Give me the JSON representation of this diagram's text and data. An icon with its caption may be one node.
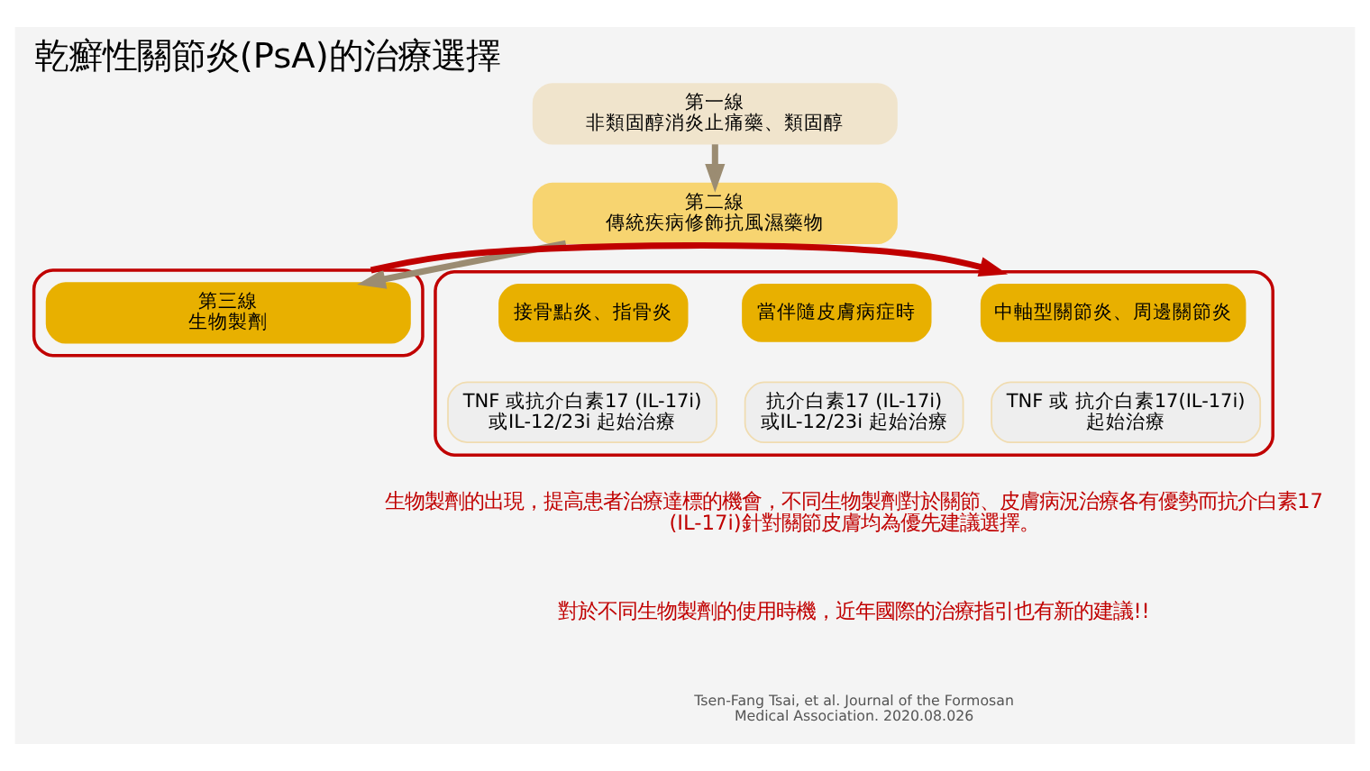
{
  "diagram": {
    "title": "乾癬性關節炎(PsA)的治療選擇",
    "nodes": [
      {
        "text": [
          "第一線",
          "非類固醇消炎止痛藥、類固醇"
        ]
      },
      {
        "text": [
          "第二線",
          "傳統疾病修飾抗風濕藥物"
        ]
      },
      {
        "text": [],
        "shape": "box"
      },
      {
        "text": [
          "第三線",
          "生物製劑"
        ],
        "in": 2
      },
      {
        "text": [],
        "shape": "box"
      },
      {
        "text": [
          "中軸型關節炎、周邊關節炎"
        ],
        "in": 4
      },
      {
        "text": [
          "TNF 或 抗介白素17(IL-17i) 起始治療"
        ],
        "in": 4
      },
      {
        "text": [
          "當伴隨皮膚病症時"
        ],
        "in": 4
      },
      {
        "text": [
          "抗介白素17 (IL-17i) 或IL-12/23i 起始治療"
        ],
        "in": 4
      },
      {
        "text": [
          "接骨點炎、指骨炎"
        ],
        "in": 4
      },
      {
        "text": [
          "TNF 或抗介白素17 (IL-17i) 或IL-12/23i 起始治療"
        ],
        "in": 4
      }
    ],
    "edges": [
      {
        "from": 0,
        "to": 1,
        "arrow": "to"
      },
      {
        "from": 1,
        "to": 3,
        "arrow": "to"
      },
      {
        "from": 2,
        "to": 4,
        "arrow": "to",
        "color": "#c00000"
      }
    ],
    "labels": [
      "生物製劑的出現，提高患者治療達標的機會，不同生物製劑對於關節、皮膚病況治療各有優勢而抗介白素17(IL-17i)針對關節皮膚均為優先建議選擇。",
      "對於不同生物製劑的使用時機，近年國際的治療指引也有新的建議!!",
      "Tsen-Fang Tsai, et al. Journal of the Formosan Medical Association. 2020.08.026"
    ]
  }
}
